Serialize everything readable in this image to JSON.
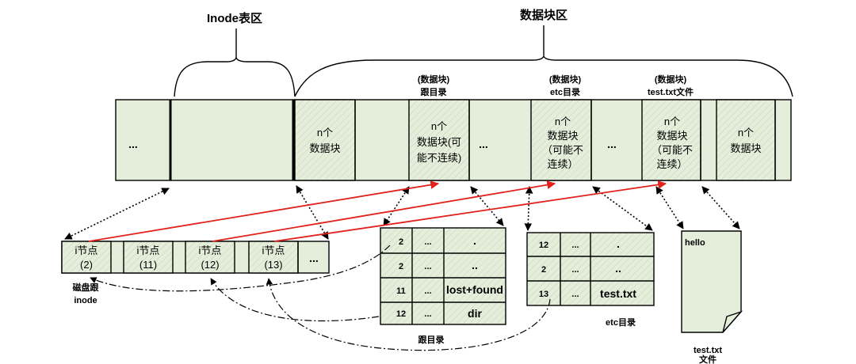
{
  "colors": {
    "cell_fill": "#e5eedb",
    "hatch_line": "#c4d1b6",
    "inode_link": "#e3211c"
  },
  "areas": {
    "inode_table": "Inode表区",
    "data_blocks": "数据块区"
  },
  "block_captions": {
    "root": [
      "(数据块)",
      "跟目录"
    ],
    "etc": [
      "(数据块)",
      "etc目录"
    ],
    "test_txt": [
      "(数据块)",
      "test.txt文件"
    ]
  },
  "strip": {
    "inode_area_more": "...",
    "block_1": [
      "n个",
      "数据块"
    ],
    "root_block": [
      "n个",
      "数据块(可",
      "能不连续)"
    ],
    "more_1": "...",
    "etc_block": [
      "n个",
      "数据块",
      "（可能不",
      "连续）"
    ],
    "more_2": "...",
    "test_block": [
      "n个",
      "数据块",
      "（可能不",
      "连续）"
    ],
    "block_last": [
      "n个",
      "数据块"
    ]
  },
  "inodes": {
    "cells": [
      {
        "label": "i节点",
        "num": "(2)"
      },
      {
        "label": "i节点",
        "num": "(11)"
      },
      {
        "label": "i节点",
        "num": "(12)"
      },
      {
        "label": "i节点",
        "num": "(13)"
      }
    ],
    "more": "...",
    "disk_root_label": [
      "磁盘跟",
      "inode"
    ]
  },
  "root_dir": {
    "rows": [
      [
        "2",
        "...",
        "."
      ],
      [
        "2",
        "...",
        ".."
      ],
      [
        "11",
        "...",
        "lost+found"
      ],
      [
        "12",
        "...",
        "dir"
      ]
    ],
    "label": "跟目录"
  },
  "etc_dir": {
    "rows": [
      [
        "12",
        "...",
        "."
      ],
      [
        "2",
        "...",
        ".."
      ],
      [
        "13",
        "...",
        "test.txt"
      ]
    ],
    "label": "etc目录"
  },
  "test_file": {
    "content": "hello",
    "label": [
      "test.txt",
      "文件"
    ]
  }
}
